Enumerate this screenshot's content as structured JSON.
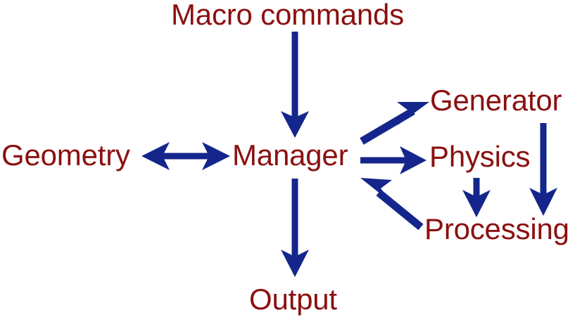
{
  "diagram": {
    "title": "Macro commands / Manager flow diagram",
    "type": "flow-diagram",
    "background_color": "#ffffff",
    "node_text_color": "#8B1010",
    "arrow_color": "#14268C",
    "nodes": [
      {
        "id": "macro",
        "label": "Macro commands"
      },
      {
        "id": "geometry",
        "label": "Geometry"
      },
      {
        "id": "manager",
        "label": "Manager"
      },
      {
        "id": "generator",
        "label": "Generator"
      },
      {
        "id": "physics",
        "label": "Physics"
      },
      {
        "id": "processing",
        "label": "Processing"
      },
      {
        "id": "output",
        "label": "Output"
      }
    ],
    "edges": [
      {
        "from": "macro",
        "to": "manager",
        "direction": "one-way",
        "orientation": "vertical-down"
      },
      {
        "from": "geometry",
        "to": "manager",
        "direction": "two-way",
        "orientation": "horizontal"
      },
      {
        "from": "manager",
        "to": "generator",
        "direction": "one-way",
        "orientation": "diagonal-up-right"
      },
      {
        "from": "manager",
        "to": "physics",
        "direction": "one-way",
        "orientation": "horizontal-right"
      },
      {
        "from": "generator",
        "to": "processing",
        "direction": "one-way",
        "orientation": "vertical-down"
      },
      {
        "from": "physics",
        "to": "processing",
        "direction": "one-way",
        "orientation": "vertical-down"
      },
      {
        "from": "processing",
        "to": "manager",
        "direction": "one-way",
        "orientation": "diagonal-up-left"
      },
      {
        "from": "manager",
        "to": "output",
        "direction": "one-way",
        "orientation": "vertical-down"
      }
    ]
  }
}
